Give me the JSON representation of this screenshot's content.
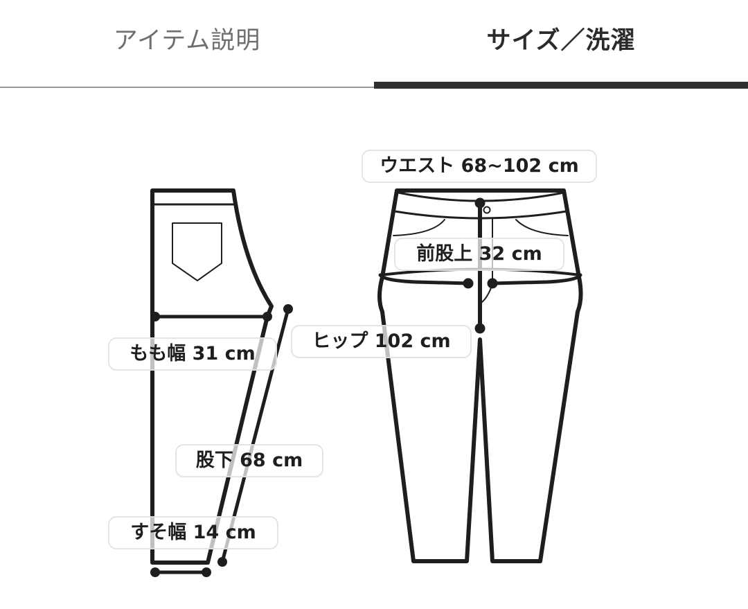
{
  "tabs": [
    {
      "label": "アイテム説明",
      "active": false
    },
    {
      "label": "サイズ／洗濯",
      "active": true
    }
  ],
  "colors": {
    "active_tab_text": "#2b2b2b",
    "inactive_tab_text": "#6e6e6e",
    "active_underline": "#2f2f2f",
    "inactive_underline": "#999999",
    "line_art": "#1e1e1e"
  },
  "measurements": {
    "waist": {
      "label": "ウエスト",
      "value": "68~102 cm",
      "text": "ウエスト 68~102 cm"
    },
    "front_rise": {
      "label": "前股上",
      "value": "32 cm",
      "text": "前股上 32 cm"
    },
    "hip": {
      "label": "ヒップ",
      "value": "102 cm",
      "text": "ヒップ 102 cm"
    },
    "thigh": {
      "label": "もも幅",
      "value": "31 cm",
      "text": "もも幅 31 cm"
    },
    "inseam": {
      "label": "股下",
      "value": "68 cm",
      "text": "股下 68 cm"
    },
    "hem": {
      "label": "すそ幅",
      "value": "14 cm",
      "text": "すそ幅 14 cm"
    }
  }
}
